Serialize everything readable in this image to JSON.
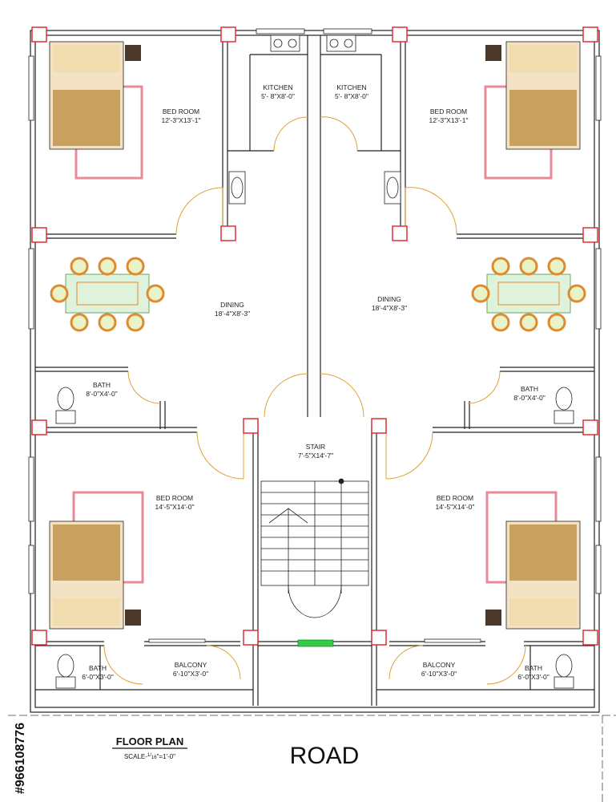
{
  "rooms": {
    "kitchen_left": {
      "name": "KITCHEN",
      "size": "5'- 8\"X8'-0\""
    },
    "kitchen_right": {
      "name": "KITCHEN",
      "size": "5'- 8\"X8'-0\""
    },
    "bed_tl": {
      "name": "BED ROOM",
      "size": "12'-3\"X13'-1\""
    },
    "bed_tr": {
      "name": "BED ROOM",
      "size": "12'-3\"X13'-1\""
    },
    "dining_left": {
      "name": "DINING",
      "size": "18'-4\"X8'-3\""
    },
    "dining_right": {
      "name": "DINING",
      "size": "18'-4\"X8'-3\""
    },
    "bath_ml": {
      "name": "BATH",
      "size": "8'-0\"X4'-0\""
    },
    "bath_mr": {
      "name": "BATH",
      "size": "8'-0\"X4'-0\""
    },
    "stair": {
      "name": "STAIR",
      "size": "7'-5\"X14'-7\""
    },
    "bed_bl": {
      "name": "BED ROOM",
      "size": "14'-5\"X14'-0\""
    },
    "bed_br": {
      "name": "BED ROOM",
      "size": "14'-5\"X14'-0\""
    },
    "bath_bl": {
      "name": "BATH",
      "size": "6'-0\"X3'-0\""
    },
    "bath_br": {
      "name": "BATH",
      "size": "6'-0\"X3'-0\""
    },
    "balcony_left": {
      "name": "BALCONY",
      "size": "6'-10\"X3'-0\""
    },
    "balcony_right": {
      "name": "BALCONY",
      "size": "6'-10\"X3'-0\""
    }
  },
  "footer": {
    "title": "FLOOR PLAN",
    "scale_prefix": "SCALE-",
    "scale_num": "1",
    "scale_den": "16",
    "scale_suffix": "\"=1'-0\"",
    "road": "ROAD"
  },
  "watermark": {
    "text": "#966108776"
  },
  "colors": {
    "column": "#e0202a",
    "door": "#e0a030",
    "window": "#33cc44",
    "rug": "#e88a9a",
    "bed": "#c8a060"
  }
}
